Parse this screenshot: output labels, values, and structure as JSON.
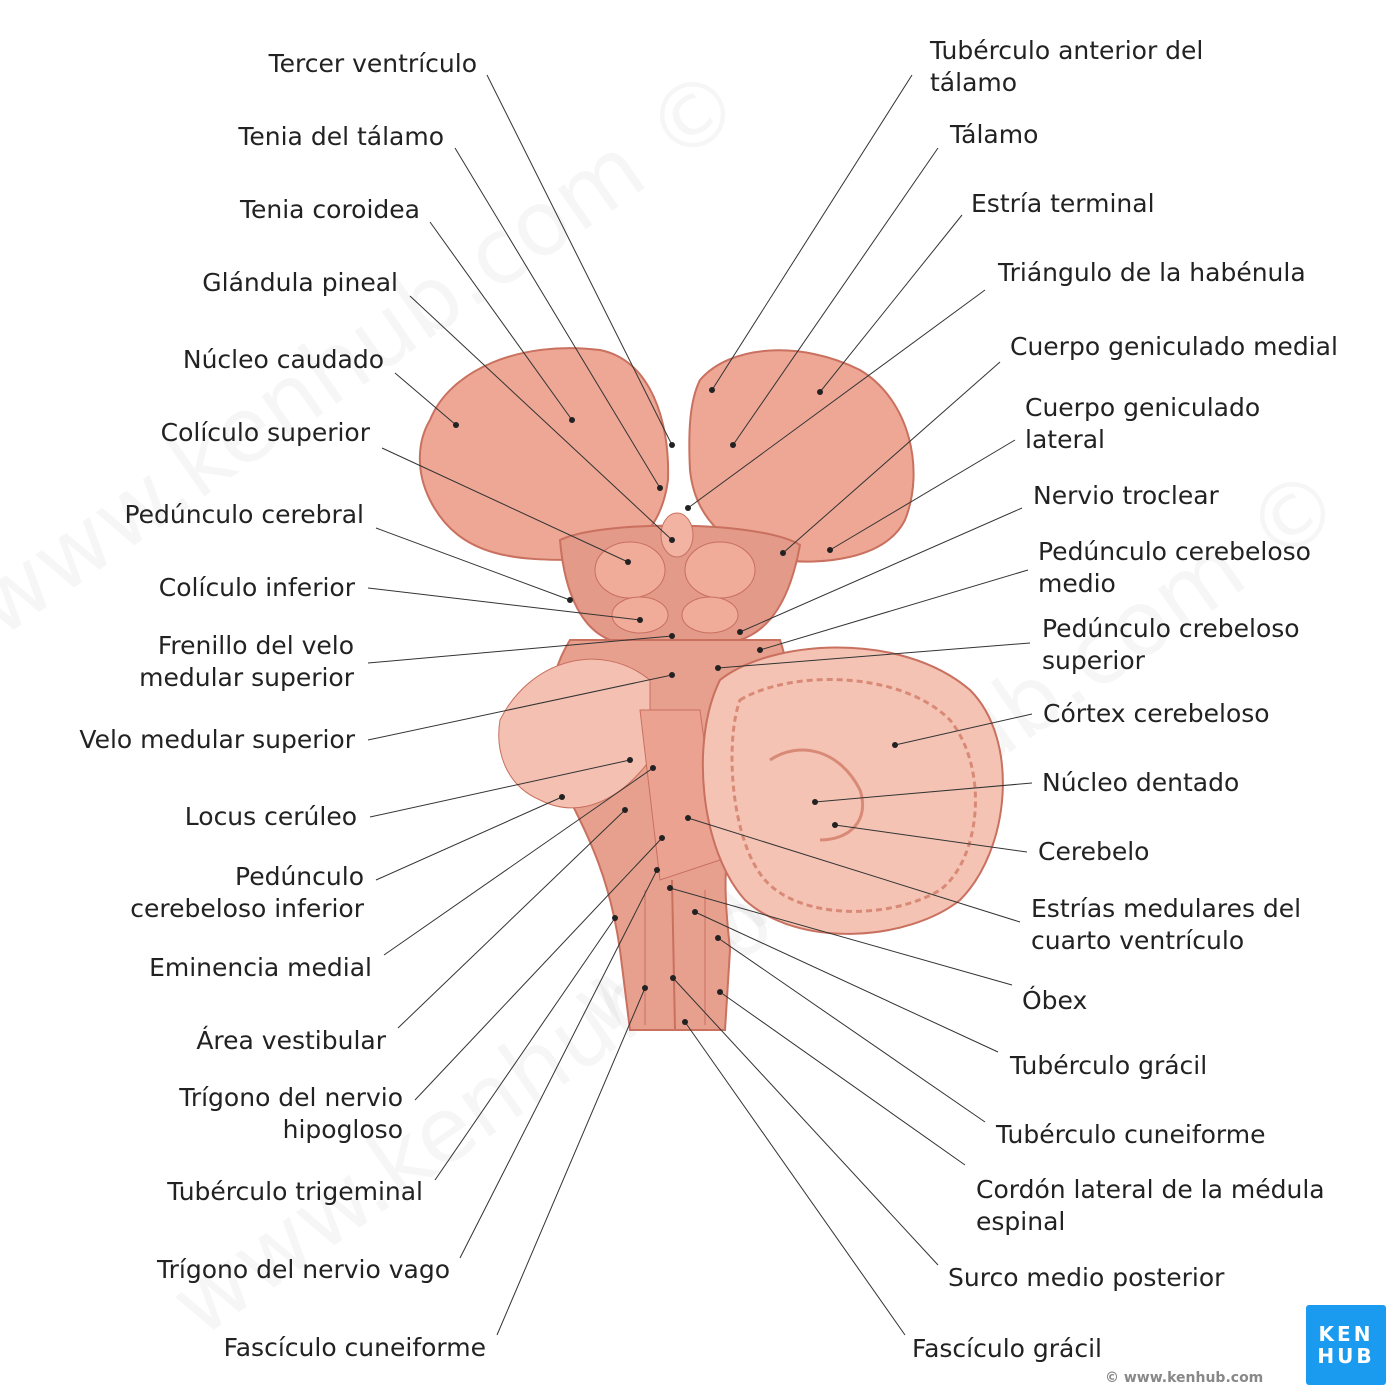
{
  "labels_left": [
    {
      "lines": [
        "Tercer ventrículo"
      ]
    },
    {
      "lines": [
        "Tenia del tálamo"
      ]
    },
    {
      "lines": [
        "Tenia coroidea"
      ]
    },
    {
      "lines": [
        "Glándula pineal"
      ]
    },
    {
      "lines": [
        "Núcleo caudado"
      ]
    },
    {
      "lines": [
        "Colículo superior"
      ]
    },
    {
      "lines": [
        "Pedúnculo cerebral"
      ]
    },
    {
      "lines": [
        "Colículo inferior"
      ]
    },
    {
      "lines": [
        "Frenillo del velo",
        "medular superior"
      ]
    },
    {
      "lines": [
        "Velo medular superior"
      ]
    },
    {
      "lines": [
        "Locus cerúleo"
      ]
    },
    {
      "lines": [
        "Pedúnculo",
        "cerebeloso inferior"
      ]
    },
    {
      "lines": [
        "Eminencia medial"
      ]
    },
    {
      "lines": [
        "Área vestibular"
      ]
    },
    {
      "lines": [
        "Trígono del nervio",
        "hipogloso"
      ]
    },
    {
      "lines": [
        "Tubérculo trigeminal"
      ]
    },
    {
      "lines": [
        "Trígono del nervio vago"
      ]
    },
    {
      "lines": [
        "Fascículo cuneiforme"
      ]
    }
  ],
  "labels_right": [
    {
      "lines": [
        "Tubérculo anterior del",
        "tálamo"
      ]
    },
    {
      "lines": [
        "Tálamo"
      ]
    },
    {
      "lines": [
        "Estría terminal"
      ]
    },
    {
      "lines": [
        "Triángulo de la habénula"
      ]
    },
    {
      "lines": [
        "Cuerpo geniculado medial"
      ]
    },
    {
      "lines": [
        "Cuerpo geniculado",
        "lateral"
      ]
    },
    {
      "lines": [
        "Nervio troclear"
      ]
    },
    {
      "lines": [
        "Pedúnculo cerebeloso",
        "medio"
      ]
    },
    {
      "lines": [
        "Pedúnculo crebeloso",
        "superior"
      ]
    },
    {
      "lines": [
        "Córtex cerebeloso"
      ]
    },
    {
      "lines": [
        "Núcleo dentado"
      ]
    },
    {
      "lines": [
        "Cerebelo"
      ]
    },
    {
      "lines": [
        "Estrías medulares del",
        "cuarto ventrículo"
      ]
    },
    {
      "lines": [
        "Óbex"
      ]
    },
    {
      "lines": [
        "Tubérculo grácil"
      ]
    },
    {
      "lines": [
        "Tubérculo cuneiforme"
      ]
    },
    {
      "lines": [
        "Cordón lateral de la médula",
        "espinal"
      ]
    },
    {
      "lines": [
        "Surco medio posterior"
      ]
    },
    {
      "lines": [
        "Fascículo grácil"
      ]
    }
  ],
  "logo": {
    "line1": "KEN",
    "line2": "HUB"
  },
  "copyright": "© www.kenhub.com",
  "watermark": "www.kenhub.com ©",
  "colors": {
    "tissue": "#e9a493",
    "tissue_light": "#f4c3b4",
    "tissue_dark": "#c9705f",
    "line": "#333333",
    "logo": "#1a9bf0"
  }
}
